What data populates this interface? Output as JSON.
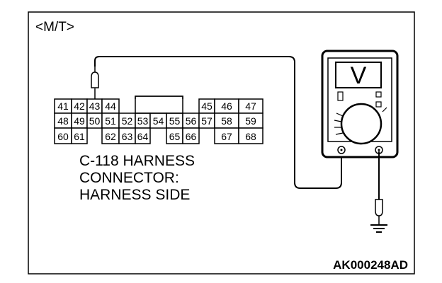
{
  "header_label": "<M/T>",
  "figure_code": "AK000248AD",
  "caption": [
    "C-118 HARNESS",
    "CONNECTOR:",
    "HARNESS SIDE"
  ],
  "meter_symbol": "V",
  "connector_rows": [
    [
      "41",
      "42",
      "43",
      "44",
      "",
      "",
      "",
      "",
      "",
      "45",
      "46",
      "47"
    ],
    [
      "48",
      "49",
      "50",
      "51",
      "52",
      "53",
      "54",
      "55",
      "56",
      "57",
      "58",
      "59"
    ],
    [
      "60",
      "61",
      "",
      "62",
      "63",
      "64",
      "",
      "65",
      "66",
      "",
      "67",
      "68"
    ]
  ],
  "probe_pin": "43"
}
